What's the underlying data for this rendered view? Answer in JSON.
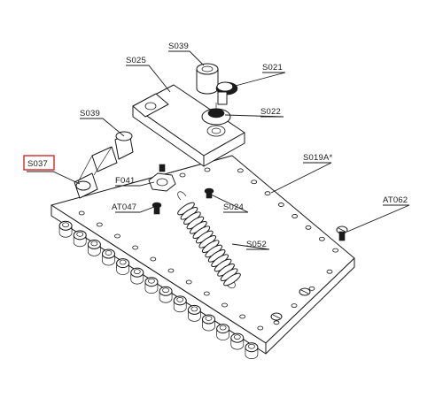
{
  "callouts": {
    "s039_top": "S039",
    "s025": "S025",
    "s021": "S021",
    "s022": "S022",
    "s039_left": "S039",
    "s037": "S037",
    "s019a": "S019A*",
    "f041": "F041",
    "at047": "AT047",
    "s024": "S024",
    "at062": "AT062",
    "s052": "S052"
  },
  "highlight": {
    "target": "S037",
    "color": "#cc2b2b"
  }
}
